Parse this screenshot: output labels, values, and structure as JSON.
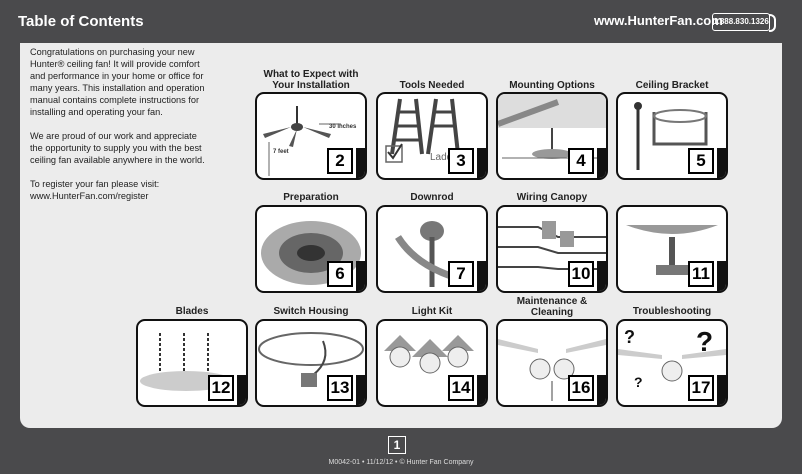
{
  "header": {
    "title": "Table of Contents",
    "website": "www.HunterFan.com",
    "phone": "1.888.830.1326"
  },
  "intro": {
    "para1": "Congratulations on purchasing your new Hunter® ceiling fan! It will provide comfort and performance in your home or office for many years. This installation and operation manual contains complete instructions for installing and operating your fan.",
    "para2": "We are proud of our work and appreciate the opportunity to supply you with the best ceiling fan available anywhere in the world.",
    "para3": "To register your fan please visit: www.HunterFan.com/register"
  },
  "sections": [
    {
      "title": "What to Expect with Your Installation",
      "page": "2",
      "labels": [
        "30 inches",
        "7 feet"
      ]
    },
    {
      "title": "Tools Needed",
      "page": "3",
      "labels": [
        "Ladder"
      ]
    },
    {
      "title": "Mounting Options",
      "page": "4"
    },
    {
      "title": "Ceiling Bracket",
      "page": "5"
    },
    {
      "title": "Preparation",
      "page": "6"
    },
    {
      "title": "Downrod",
      "page": "7"
    },
    {
      "title": "Wiring Canopy",
      "page": "10"
    },
    {
      "title": "",
      "page": "11"
    },
    {
      "title": "Blades",
      "page": "12"
    },
    {
      "title": "Switch Housing",
      "page": "13"
    },
    {
      "title": "Light Kit",
      "page": "14"
    },
    {
      "title": "Maintenance & Cleaning",
      "page": "16"
    },
    {
      "title": "Troubleshooting",
      "page": "17"
    }
  ],
  "footer": {
    "page_number": "1",
    "doc_info": "M0042-01 • 11/12/12 • © Hunter Fan Company"
  },
  "colors": {
    "background": "#4a4a4c",
    "panel": "#ececec",
    "border": "#111111"
  },
  "icons": [
    "phone-icon",
    "fan-illustration",
    "ladder-illustration",
    "checkbox-icon",
    "question-mark-icon"
  ]
}
